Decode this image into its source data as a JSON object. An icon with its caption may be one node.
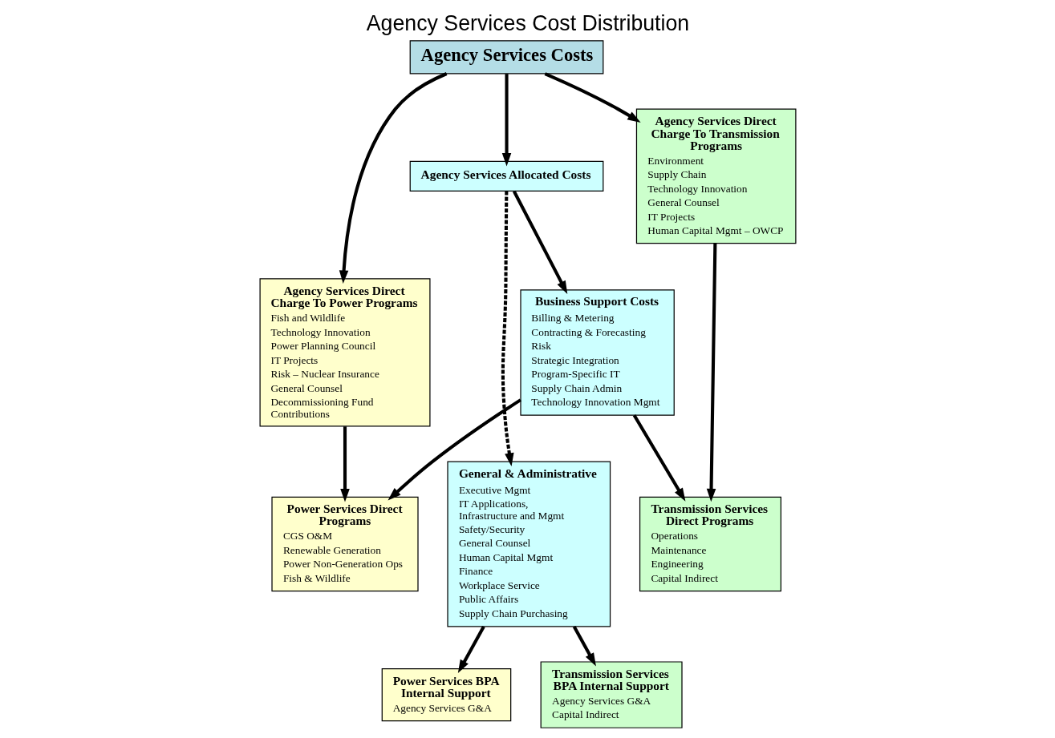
{
  "diagram": {
    "title": "Agency Services Cost Distribution",
    "nodes": [
      {
        "text": [
          "Agency Services Costs"
        ]
      },
      {
        "text": [
          "Agency Services Direct Charge To Power Programs",
          "Fish and Wildlife",
          "Technology Innovation",
          "Power Planning Council",
          "IT Projects",
          "Risk – Nuclear Insurance",
          "General Counsel",
          "Decommissioning Fund Contributions"
        ]
      },
      {
        "text": [
          "Agency Services Allocated Costs"
        ]
      },
      {
        "text": [
          "Agency Services Direct Charge To Transmission Programs",
          "Environment",
          "Supply Chain",
          "Technology Innovation",
          "General Counsel",
          "IT Projects",
          "Human Capital Mgmt – OWCP"
        ]
      },
      {
        "text": [
          "Business Support Costs",
          "Billing & Metering",
          "Contracting & Forecasting",
          "Risk",
          "Strategic Integration",
          "Program-Specific IT",
          "Supply Chain Admin",
          "Technology Innovation Mgmt"
        ]
      },
      {
        "text": [
          "Power Services Direct Programs",
          "CGS O&M",
          "Renewable Generation",
          "Power Non-Generation Ops",
          "Fish & Wildlife"
        ]
      },
      {
        "text": [
          "General & Administrative",
          "Executive Mgmt",
          "IT Applications, Infrastructure and Mgmt",
          "Safety/Security",
          "General Counsel",
          "Human Capital Mgmt",
          "Finance",
          "Workplace Service",
          "Public Affairs",
          "Supply Chain Purchasing"
        ]
      },
      {
        "text": [
          "Transmission Services Direct Programs",
          "Operations",
          "Maintenance",
          "Engineering",
          "Capital Indirect"
        ]
      },
      {
        "text": [
          "Power Services BPA Internal Support",
          "Agency Services G&A"
        ]
      },
      {
        "text": [
          "Transmission Services BPA Internal Support",
          "Agency Services G&A",
          "Capital Indirect"
        ]
      }
    ],
    "edges": [
      {
        "from": 0,
        "to": 1,
        "arrow": "to"
      },
      {
        "from": 0,
        "to": 2,
        "arrow": "to"
      },
      {
        "from": 0,
        "to": 3,
        "arrow": "to"
      },
      {
        "from": 2,
        "to": 4,
        "arrow": "to"
      },
      {
        "from": 2,
        "to": 6,
        "arrow": "to",
        "style": "dashed"
      },
      {
        "from": 1,
        "to": 5,
        "arrow": "to"
      },
      {
        "from": 3,
        "to": 7,
        "arrow": "to"
      },
      {
        "from": 4,
        "to": 5,
        "arrow": "to"
      },
      {
        "from": 4,
        "to": 7,
        "arrow": "to"
      },
      {
        "from": 6,
        "to": 8,
        "arrow": "to"
      },
      {
        "from": 6,
        "to": 9,
        "arrow": "to"
      }
    ]
  }
}
